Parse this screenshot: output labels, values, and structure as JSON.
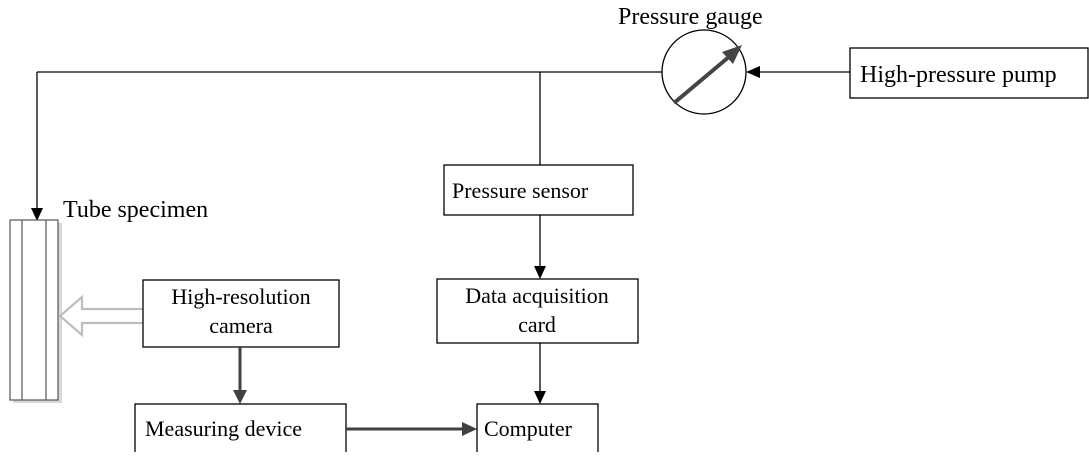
{
  "diagram": {
    "labels": {
      "pressure_gauge": "Pressure gauge",
      "high_pressure_pump": "High-pressure pump",
      "tube_specimen": "Tube specimen",
      "pressure_sensor": "Pressure sensor",
      "data_acquisition_line1": "Data acquisition",
      "data_acquisition_line2": "card",
      "camera_line1": "High-resolution",
      "camera_line2": "camera",
      "measuring_device": "Measuring device",
      "computer": "Computer"
    },
    "colors": {
      "line": "#000000",
      "arrow_gray": "#404040",
      "hollow_arrow": "#c8c8c8"
    }
  }
}
